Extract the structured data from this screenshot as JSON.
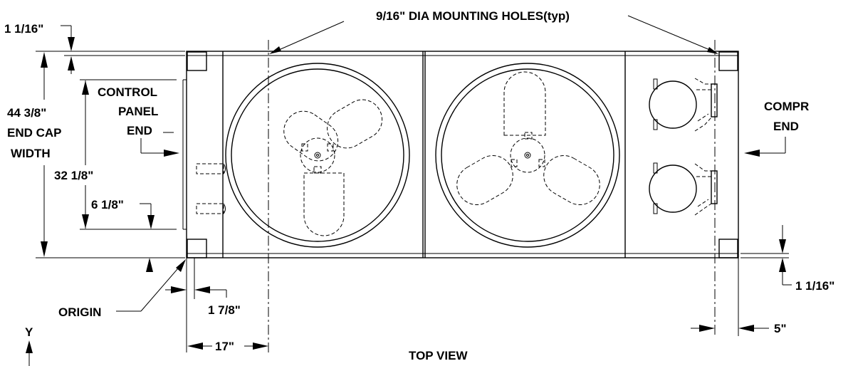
{
  "diagram": {
    "view_title": "TOP VIEW",
    "mounting_holes_note": "9/16\" DIA MOUNTING HOLES(typ)",
    "left_end": [
      "CONTROL",
      "PANEL",
      "END"
    ],
    "right_end": [
      "COMPR",
      "END"
    ],
    "end_cap_width": [
      "44 3/8\"",
      "END CAP",
      "WIDTH"
    ],
    "origin_label": "ORIGIN",
    "axis_label": "Y",
    "dimensions": {
      "top_left_offset": "1 1/16\"",
      "inner_height": "32 1/8\"",
      "lower_offset": "6 1/8\"",
      "hole_x_offset": "1 7/8\"",
      "left_hole_spacing": "17\"",
      "bottom_right_offset": "1 1/16\"",
      "right_hole_offset": "5\""
    }
  }
}
